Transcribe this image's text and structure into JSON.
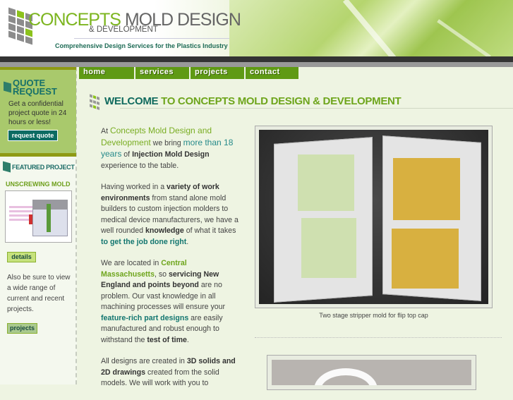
{
  "header": {
    "logo_main_green": "CONCEPTS",
    "logo_main_gray": "MOLD DESIGN",
    "logo_sub": "& DEVELOPMENT",
    "tagline": "Comprehensive Design Services for the Plastics Industry"
  },
  "nav": [
    {
      "label": "home"
    },
    {
      "label": "services"
    },
    {
      "label": "projects"
    },
    {
      "label": "contact"
    }
  ],
  "sidebar": {
    "quote_title_1": "QUOTE",
    "quote_title_2": "REQUEST",
    "quote_text": "Get a confidential project quote in 24 hours or less!",
    "quote_button": "request quote",
    "featured_title": "FEATURED PROJECT",
    "featured_name": "UNSCREWING MOLD",
    "details_button": "details",
    "also_text": "Also be sure to view a wide range of current and recent projects.",
    "projects_button": "projects"
  },
  "main": {
    "welcome_1": "WELCOME",
    "welcome_2": " TO CONCEPTS MOLD DESIGN & DEVELOPMENT",
    "p1": {
      "a": "At ",
      "b": "Concepts Mold Design and Development",
      "c": " we bring ",
      "d": "more than 18 years",
      "e": " of ",
      "f": "Injection Mold Design",
      "g": " experience to the table."
    },
    "p2": {
      "a": "Having worked in a ",
      "b": "variety of work environments",
      "c": " from stand alone mold builders to custom injection molders to medical device manufacturers, we have a well rounded ",
      "d": "knowledge",
      "e": " of what it takes ",
      "f": "to get the job done right",
      "g": "."
    },
    "p3": {
      "a": "We are located in ",
      "b": "Central Massachusetts",
      "c": ", so ",
      "d": "servicing New England and points beyond",
      "e": " are no problem. Our vast knowledge in all machining processes will ensure your ",
      "f": "feature-rich part designs",
      "g": " are easily manufactured and robust enough to withstand the ",
      "h": "test of time",
      "i": "."
    },
    "p4": {
      "a": "All designs are created in ",
      "b": "3D solids and 2D drawings",
      "c": " created from the solid models. We will work with you to"
    },
    "image_caption": "Two stage stripper mold for flip top cap"
  }
}
